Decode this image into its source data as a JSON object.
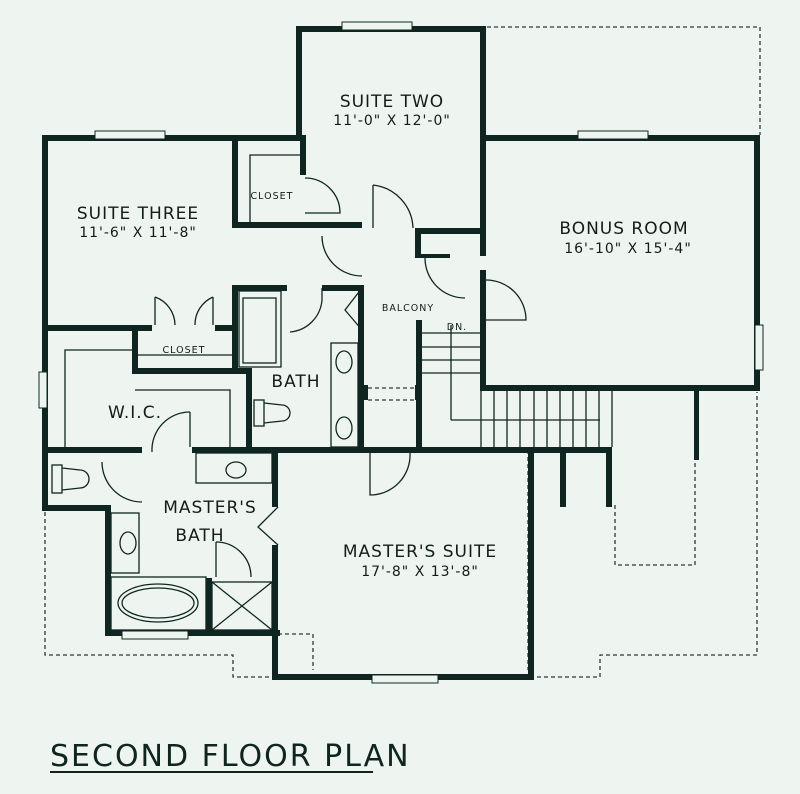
{
  "plan": {
    "title": "SECOND FLOOR PLAN",
    "rooms": [
      {
        "name": "SUITE TWO",
        "size": "11'-0\" X 12'-0\""
      },
      {
        "name": "SUITE THREE",
        "size": "11'-6\" X 11'-8\""
      },
      {
        "name": "BONUS ROOM",
        "size": "16'-10\" X 15'-4\""
      },
      {
        "name": "MASTER'S SUITE",
        "size": "17'-8\" X 13'-8\""
      }
    ],
    "labels": {
      "closet_upper": "CLOSET",
      "closet_lower": "CLOSET",
      "balcony": "BALCONY",
      "stairs_down": "DN.",
      "bath": "BATH",
      "wic": "W.I.C.",
      "masters_bath_1": "MASTER'S",
      "masters_bath_2": "BATH"
    },
    "colors": {
      "background": "#eef5f0",
      "ink": "#0f2620"
    }
  }
}
